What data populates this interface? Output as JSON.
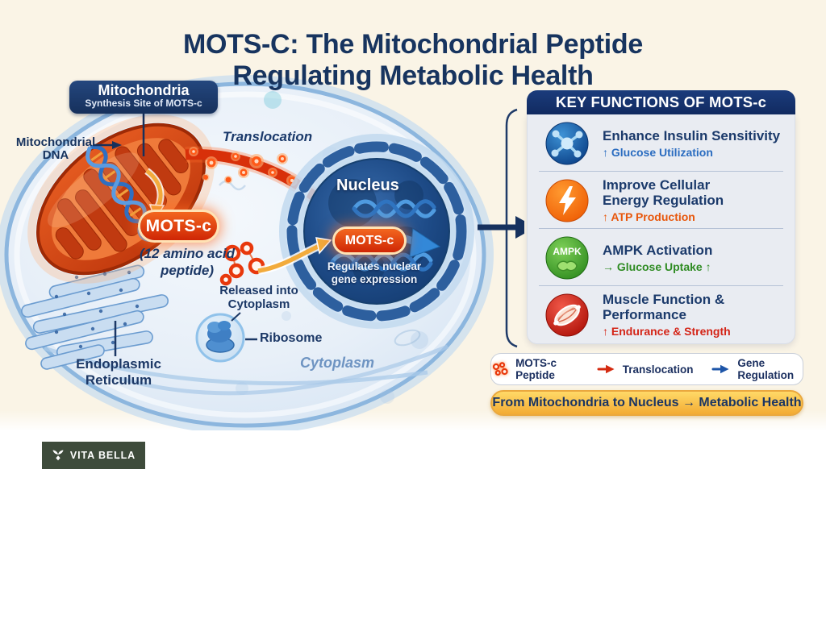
{
  "title": {
    "line1": "MOTS-C: The Mitochondrial Peptide",
    "line2": "Regulating Metabolic Health"
  },
  "cell": {
    "mitochondria_box": {
      "title": "Mitochondria",
      "subtitle": "Synthesis Site of MOTS-c"
    },
    "mitochondrial_dna": {
      "line1": "Mitochondrial",
      "line2": "DNA"
    },
    "translocation": "Translocation",
    "mots_pill_mito": "MOTS-c",
    "amino_note": {
      "line1": "(12 amino acid",
      "line2": "peptide)"
    },
    "released": {
      "line1": "Released into",
      "line2": "Cytoplasm"
    },
    "ribosome": "Ribosome",
    "er": {
      "line1": "Endoplasmic",
      "line2": "Reticulum"
    },
    "cytoplasm": "Cytoplasm",
    "nucleus": "Nucleus",
    "mots_pill_nucleus": "MOTS-c",
    "nucleus_note": {
      "line1": "Regulates nuclear",
      "line2": "gene expression"
    }
  },
  "functions": {
    "header": "KEY FUNCTIONS OF MOTS-c",
    "ampk_icon_label": "AMPK",
    "items": [
      {
        "icon": "insulin-molecule-icon",
        "title1": "Enhance Insulin Sensitivity",
        "title2": "",
        "subtitle": "↑ Glucose Utilization"
      },
      {
        "icon": "lightning-icon",
        "title1": "Improve Cellular",
        "title2": "Energy Regulation",
        "subtitle": "↑ ATP Production"
      },
      {
        "icon": "ampk-icon",
        "title1": "AMPK Activation",
        "title2": "",
        "subtitle": "→ Glucose Uptake ↑"
      },
      {
        "icon": "muscle-icon",
        "title1": "Muscle Function &",
        "title2": "Performance",
        "subtitle": "↑ Endurance & Strength"
      }
    ]
  },
  "legend": {
    "peptide": "MOTS-c Peptide",
    "translocation": "Translocation",
    "gene": "Gene Regulation"
  },
  "banner": "From Mitochondria to Nucleus → Metabolic Health",
  "logo": "VITA BELLA",
  "colors": {
    "background_cream": "#faf4e6",
    "title_navy": "#17345f",
    "panel_header_navy": "#14306b",
    "accent_red": "#d8300a",
    "accent_orange": "#e8560a",
    "accent_green": "#2e8b22",
    "accent_blue": "#2a6cc0",
    "banner_yellow": "#f6b93f",
    "logo_green": "#3e4b3b"
  }
}
